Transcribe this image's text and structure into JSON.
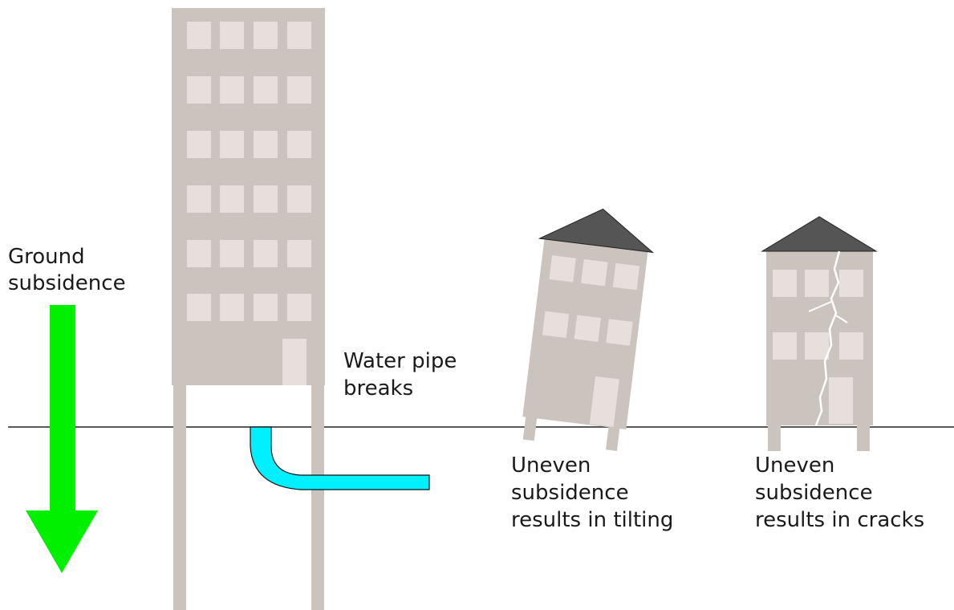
{
  "labels": {
    "ground_subsidence": [
      "Ground",
      "subsidence"
    ],
    "water_pipe": [
      "Water pipe",
      "breaks"
    ],
    "tilting": [
      "Uneven",
      "subsidence",
      "results in tilting"
    ],
    "cracks": [
      "Uneven",
      "subsidence",
      "results in cracks"
    ]
  },
  "colors": {
    "building": "#cbc3be",
    "window": "#e6dfdc",
    "roof": "#555555",
    "arrow": "#00f000",
    "pipe": "#00f0ff",
    "ground_line": "#222222",
    "crack": "#ffffff"
  },
  "icons": {
    "arrow": "down-arrow-icon",
    "pipe": "broken-water-pipe-icon"
  }
}
